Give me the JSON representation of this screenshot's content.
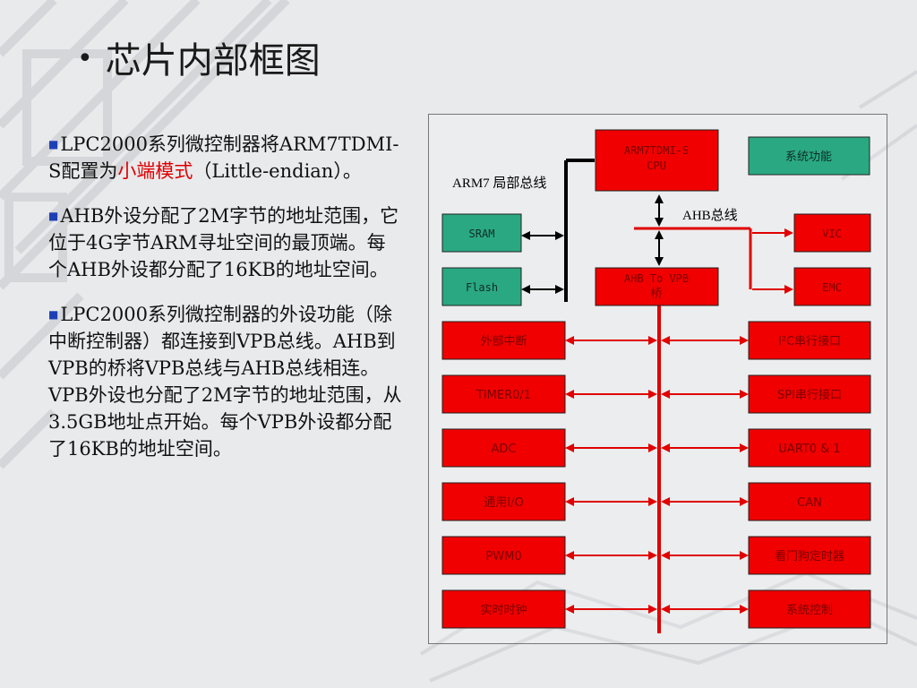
{
  "slide": {
    "title": "芯片内部框图",
    "bullets": [
      {
        "pre": "LPC2000系列微控制器将ARM7TDMI-S配置为",
        "highlight": "小端模式",
        "post": "（Little-endian）。"
      },
      {
        "pre": "AHB外设分配了2M字节的地址范围，它位于4G字节ARM寻址空间的最顶端。每个AHB外设都分配了16KB的地址空间。",
        "highlight": "",
        "post": ""
      },
      {
        "pre": "LPC2000系列微控制器的外设功能（除中断控制器）都连接到VPB总线。AHB到VPB的桥将VPB总线与AHB总线相连。VPB外设也分配了2M字节的地址范围，从3.5GB地址点开始。每个VPB外设都分配了16KB的地址空间。",
        "highlight": "",
        "post": ""
      }
    ]
  },
  "diagram": {
    "cpu": [
      "ARM7TDMI-S",
      "CPU"
    ],
    "system_function": "系统功能",
    "arm7_bus_label": "ARM7 局部总线",
    "ahb_bus_label": "AHB总线",
    "sram": "SRAM",
    "flash": "Flash",
    "bridge": [
      "AHB To VPB",
      "桥"
    ],
    "vic": "VIC",
    "emc": "EMC",
    "left_peripherals": [
      "外部中断",
      "TIMER0/1",
      "ADC",
      "通用I/O",
      "PWM0",
      "实时时钟"
    ],
    "right_peripherals": [
      "I²C串行接口",
      "SPI串行接口",
      "UART0 & 1",
      "CAN",
      "看门狗定时器",
      "系统控制"
    ],
    "colors": {
      "red_block": "#f00000",
      "green_block": "#2aa882",
      "bus_red": "#e00000",
      "bus_black": "#000000",
      "block_text": "#7a0000"
    }
  }
}
